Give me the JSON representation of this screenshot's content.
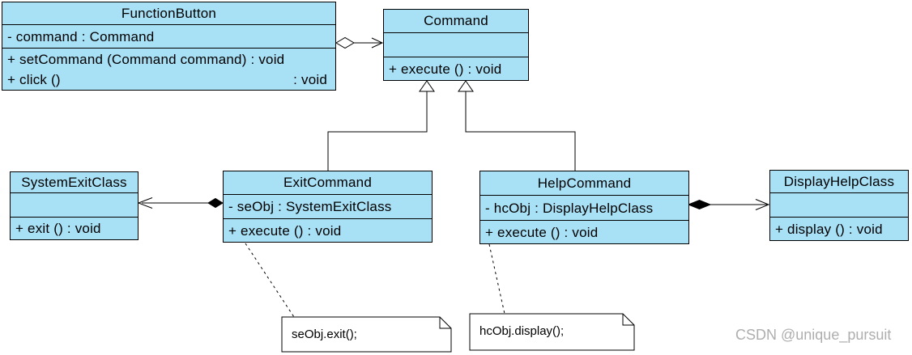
{
  "classes": {
    "function_button": {
      "name": "FunctionButton",
      "attribute": "- command : Command",
      "method_set_command": "+ setCommand (Command command) : void",
      "method_click_left": "+ click ()",
      "method_click_right": ": void"
    },
    "command": {
      "name": "Command",
      "method_execute": "+ execute () : void"
    },
    "system_exit_class": {
      "name": "SystemExitClass",
      "method_exit": "+ exit () : void"
    },
    "exit_command": {
      "name": "ExitCommand",
      "attribute": "- seObj : SystemExitClass",
      "method_execute": "+ execute () : void"
    },
    "help_command": {
      "name": "HelpCommand",
      "attribute": "- hcObj : DisplayHelpClass",
      "method_execute": "+ execute () : void"
    },
    "display_help_class": {
      "name": "DisplayHelpClass",
      "method_display": "+ display () : void"
    }
  },
  "notes": {
    "exit_note": "seObj.exit();",
    "help_note": "hcObj.display();"
  },
  "watermark": "CSDN @unique_pursuit",
  "colors": {
    "class_fill": "#a8e0f6",
    "line": "#000000",
    "note_fill": "#ffffff",
    "watermark": "#aeaeae"
  }
}
